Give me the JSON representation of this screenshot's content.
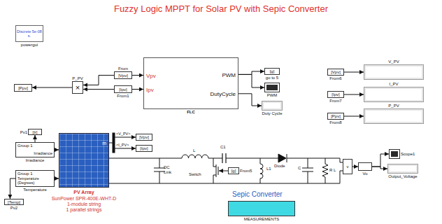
{
  "diagram": {
    "title": "Fuzzy Logic MPPT for Solar PV with Sepic Converter",
    "nodes": [
      {
        "text": [
          "Discrete 5e-08 s.",
          "powergui"
        ]
      },
      {
        "text": [
          "[Ppv]"
        ]
      },
      {
        "text": [
          "×",
          "P_PV"
        ]
      },
      {
        "text": [
          "[Vpv]",
          "From"
        ]
      },
      {
        "text": [
          "[Ipv]",
          "From1"
        ]
      },
      {
        "text": [
          "Vpv",
          "Ipv",
          "PWM",
          "DutyCycle",
          "FLC"
        ]
      },
      {
        "text": [
          "[g]",
          "go to 5"
        ]
      },
      {
        "text": [
          "PWM"
        ]
      },
      {
        "text": [
          "Duty Cycle"
        ]
      },
      {
        "text": [
          "[Vpv]",
          "From6"
        ]
      },
      {
        "text": [
          "V_PV"
        ]
      },
      {
        "text": [
          "[Ipv]",
          "From7"
        ]
      },
      {
        "text": [
          "I_PV"
        ]
      },
      {
        "text": [
          "[Ppv]",
          "From8"
        ]
      },
      {
        "text": [
          "P_PV"
        ]
      },
      {
        "text": [
          "[Ir]",
          "Pv1"
        ]
      },
      {
        "text": [
          "Group 1",
          "Irradiance",
          "Irradiance"
        ]
      },
      {
        "text": [
          "Group 1",
          "Temperature (Degrees)",
          "Temperature"
        ]
      },
      {
        "text": [
          "[Temp]",
          "Pv2"
        ]
      },
      {
        "text": [
          "m",
          "PV Array",
          "SunPower SPR-400E-WHT-D",
          "1-module string",
          "1 parallel strings"
        ]
      },
      {
        "text": [
          "[Vpv]"
        ]
      },
      {
        "text": [
          "[Ipv]"
        ]
      },
      {
        "text": [
          "[g]",
          "From5"
        ]
      },
      {
        "text": [
          "v"
        ]
      },
      {
        "text": [
          "Vo"
        ]
      },
      {
        "text": [
          "Scope1"
        ]
      },
      {
        "text": [
          "Output_Voltage"
        ]
      },
      {
        "text": [
          "MEASUREMENTS"
        ]
      }
    ],
    "edges": [
      {
        "from": 2,
        "to": 1,
        "arrow": "to"
      },
      {
        "from": 3,
        "to": 2,
        "arrow": "to"
      },
      {
        "from": 3,
        "to": 5,
        "arrow": "to"
      },
      {
        "from": 4,
        "to": 2,
        "arrow": "to"
      },
      {
        "from": 4,
        "to": 5,
        "arrow": "to"
      },
      {
        "from": 5,
        "to": 6,
        "arrow": "to"
      },
      {
        "from": 5,
        "to": 7,
        "arrow": "to"
      },
      {
        "from": 5,
        "to": 8,
        "arrow": "to"
      },
      {
        "from": 9,
        "to": 10,
        "arrow": "to"
      },
      {
        "from": 11,
        "to": 12,
        "arrow": "to"
      },
      {
        "from": 13,
        "to": 14,
        "arrow": "to"
      },
      {
        "from": 16,
        "to": 15,
        "arrow": "to"
      },
      {
        "from": 16,
        "to": 19,
        "arrow": "to"
      },
      {
        "from": 17,
        "to": 19,
        "arrow": "to"
      },
      {
        "from": 17,
        "to": 18,
        "arrow": "to"
      },
      {
        "from": 23,
        "to": 24,
        "arrow": "to"
      },
      {
        "from": 24,
        "to": 25,
        "arrow": "to"
      },
      {
        "from": 24,
        "to": 26,
        "arrow": "to"
      }
    ],
    "labels": [
      "<V_PV>",
      "<I_PV>",
      "DC Link",
      "L",
      "C1",
      "Switch",
      "L1",
      "Diode",
      "C",
      "R L",
      "Sepic Converter"
    ]
  }
}
